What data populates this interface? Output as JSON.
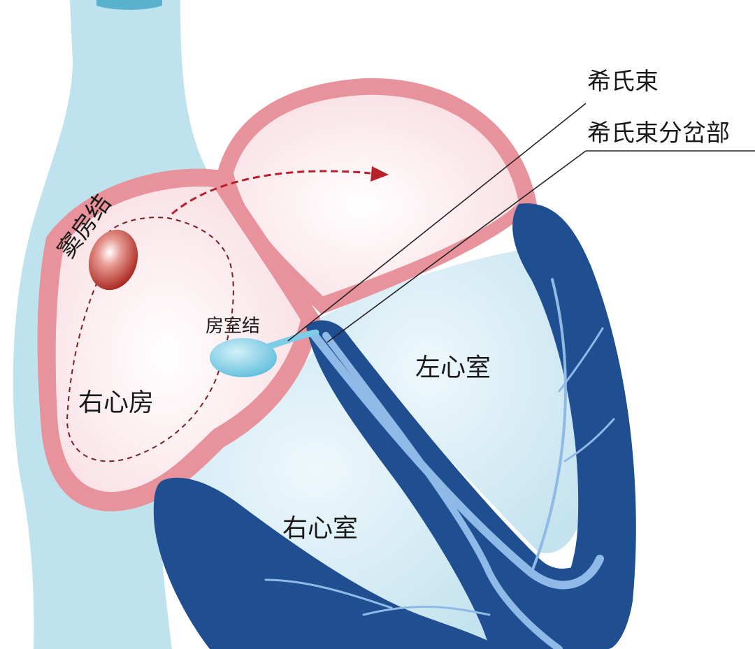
{
  "labels": {
    "sa_node": "窦房结",
    "av_node": "房室结",
    "right_atrium": "右心房",
    "right_ventricle": "右心室",
    "left_ventricle": "左心室",
    "his_bundle": "希氏束",
    "his_bifurcation": "希氏束分岔部"
  },
  "colors": {
    "vein_fill": "#bfe3ee",
    "atrium_wall": "#e8939c",
    "atrium_inner": "#fcecef",
    "ventricle_fill": "#d5ecf4",
    "myocardium": "#1f4e91",
    "conduction": "#8fb9e6",
    "av_node": "#7ecde6",
    "sa_node": "#b8352c",
    "path_red": "#b8202a",
    "path_dark": "#7a1f24",
    "leader_line": "#222222"
  }
}
